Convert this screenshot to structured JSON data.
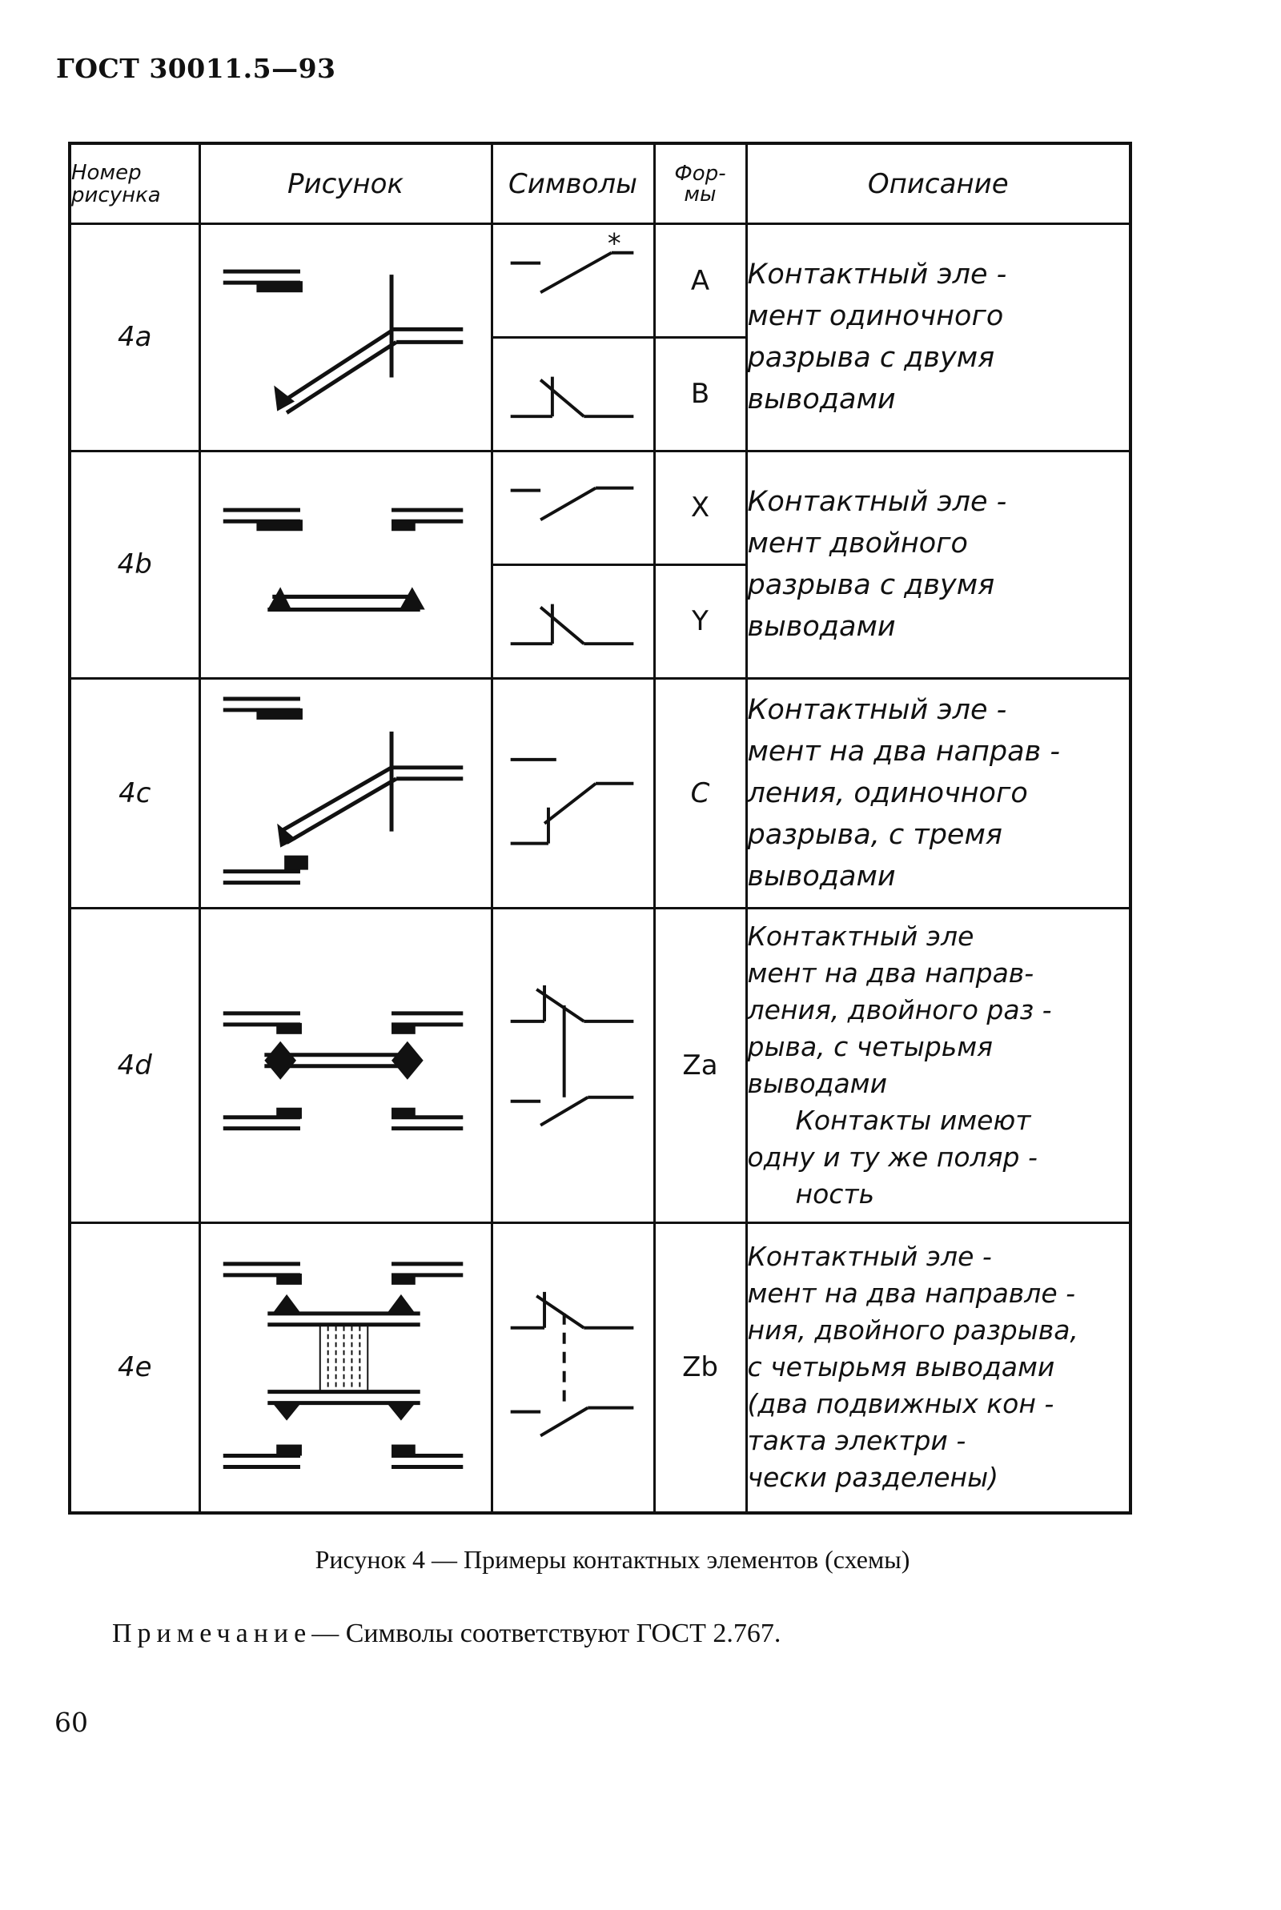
{
  "header": {
    "doc_code": "ГОСТ 30011.5—93"
  },
  "table": {
    "columns": {
      "number_line1": "Номер",
      "number_line2": "рисунка",
      "picture": "Рисунок",
      "symbols": "Символы",
      "form_line1": "Фор-",
      "form_line2": "мы",
      "description": "Описание"
    },
    "rows": [
      {
        "number": "4a",
        "forms": [
          "A",
          "B"
        ],
        "description": [
          "Контактный эле -",
          "мент одиночного",
          "разрыва с двумя",
          "выводами"
        ]
      },
      {
        "number": "4b",
        "forms": [
          "X",
          "Y"
        ],
        "description": [
          "Контактный эле -",
          "мент двойного",
          "разрыва с двумя",
          "выводами"
        ]
      },
      {
        "number": "4c",
        "forms": [
          "C"
        ],
        "description": [
          "Контактный эле -",
          "мент на два направ -",
          "ления, одиночного",
          "разрыва, с тремя",
          "выводами"
        ]
      },
      {
        "number": "4d",
        "forms": [
          "Za"
        ],
        "description": [
          "Контактный эле",
          "мент на два направ-",
          "ления, двойного раз -",
          "рыва, с четырьмя",
          "выводами",
          "Контакты имеют",
          "одну и ту же поляр -",
          "ность"
        ]
      },
      {
        "number": "4e",
        "forms": [
          "Zb"
        ],
        "description": [
          "Контактный эле -",
          "мент на два направле -",
          "ния, двойного разрыва,",
          "с четырьмя выводами",
          "(два подвижных кон -",
          "такта электри -",
          "чески разделены)"
        ]
      }
    ],
    "symbol_marks": {
      "asterisk": "*"
    }
  },
  "caption": "Рисунок 4 — Примеры контактных элементов (схемы)",
  "note": {
    "label": "Примечание",
    "text": "— Символы соответствуют ГОСТ 2.767."
  },
  "page_number": "60"
}
